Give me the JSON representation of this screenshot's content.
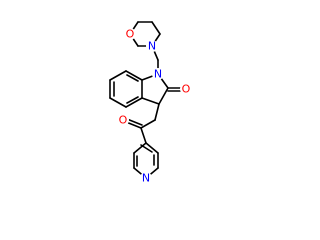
{
  "colors": {
    "background": "#ffffff",
    "bond": "#000000",
    "nitrogen": "#0000ff",
    "oxygen": "#ff0000"
  },
  "atoms": {
    "morpholine_oxygen": "O",
    "morpholine_nitrogen": "N",
    "indole_nitrogen": "N",
    "lactam_oxygen": "O",
    "ketone_oxygen": "O",
    "pyridine_nitrogen": "N"
  }
}
